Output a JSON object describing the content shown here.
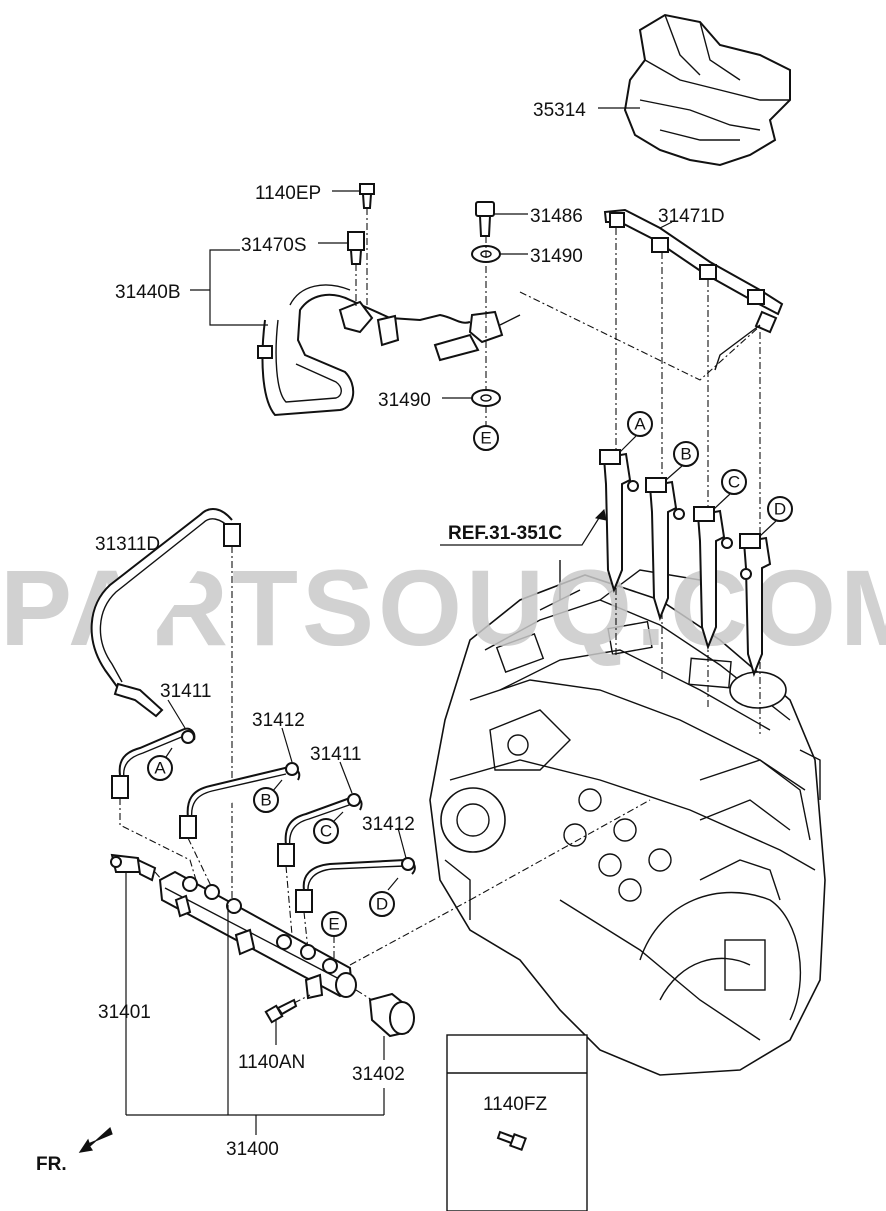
{
  "labels": {
    "p35314": "35314",
    "p1140EP": "1140EP",
    "p31470S": "31470S",
    "p31440B": "31440B",
    "p31486": "31486",
    "p31471D": "31471D",
    "p31490_top": "31490",
    "p31490_bot": "31490",
    "p31311D": "31311D",
    "p31411_a": "31411",
    "p31412_b": "31412",
    "p31411_c": "31411",
    "p31412_d": "31412",
    "p31401": "31401",
    "p1140AN": "1140AN",
    "p31402": "31402",
    "p31400": "31400",
    "p1140FZ": "1140FZ",
    "ref": "REF.31-351C",
    "fr": "FR."
  },
  "markers": {
    "A": "A",
    "B": "B",
    "C": "C",
    "D": "D",
    "E": "E"
  },
  "watermark": "PARTSOUQ.COM"
}
